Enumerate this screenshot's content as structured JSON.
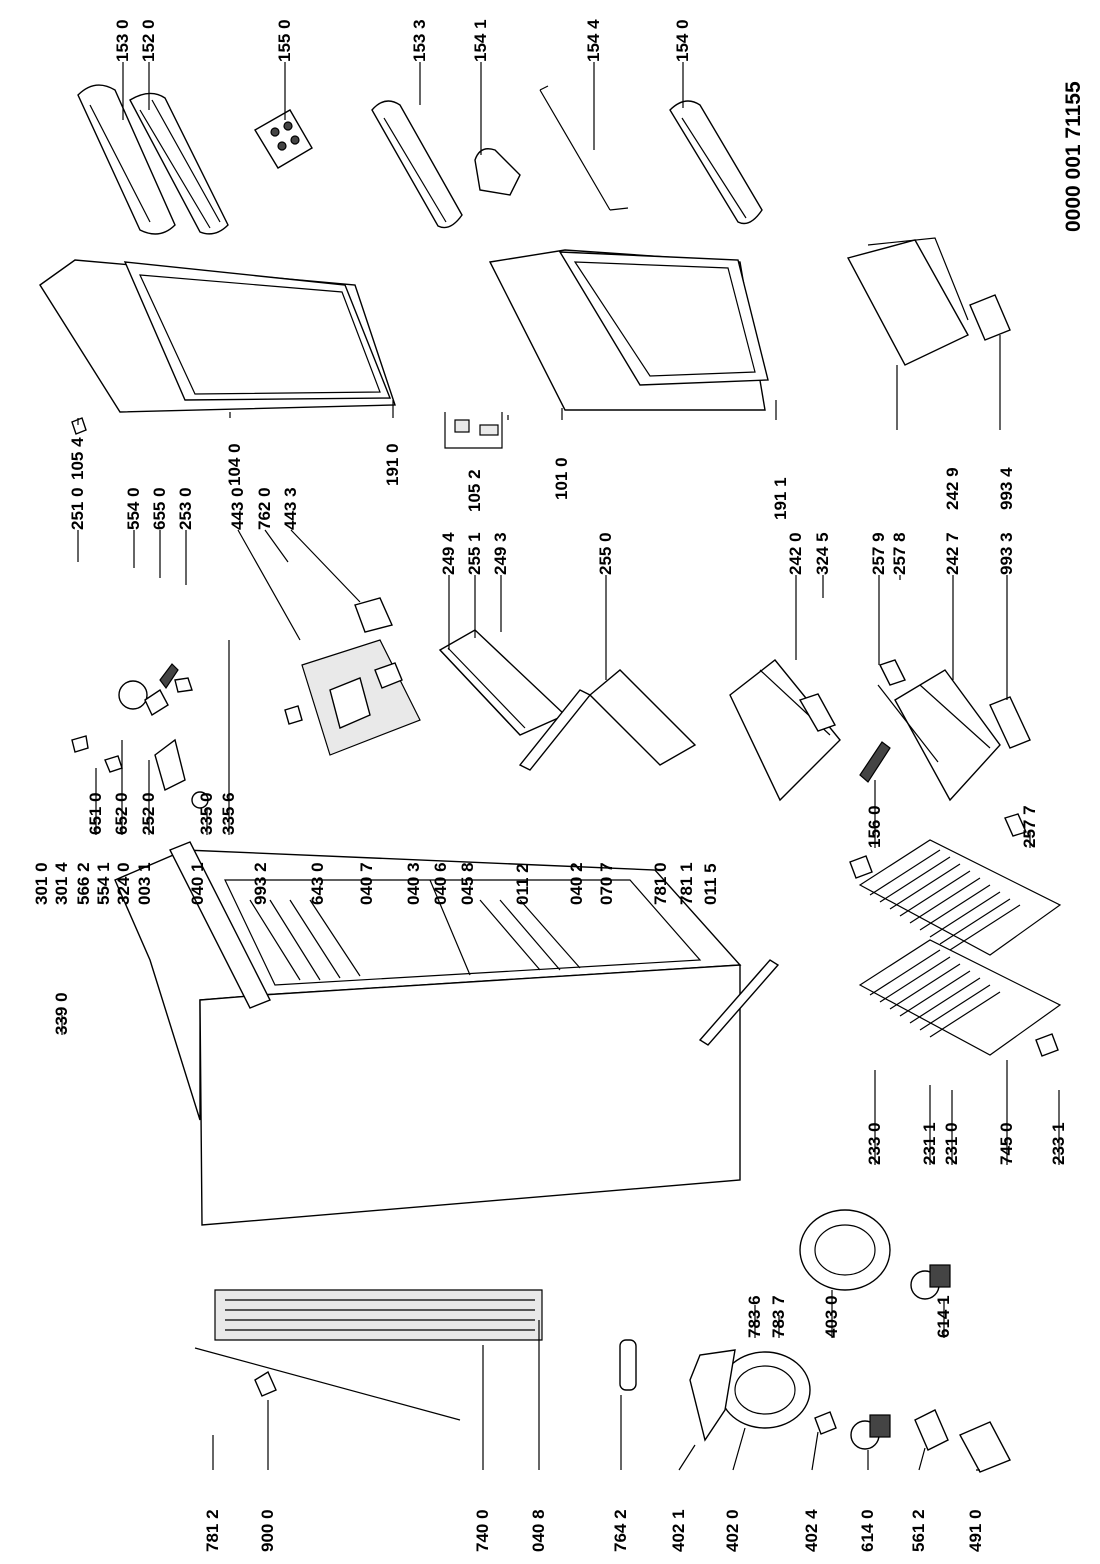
{
  "document": {
    "code": "0000 001 71155"
  },
  "labels": {
    "p1530": "153 0",
    "p1520": "152 0",
    "p1550": "155 0",
    "p1533": "153 3",
    "p1541": "154 1",
    "p1544": "154 4",
    "p1540": "154 0",
    "p2510": "251 0",
    "p1054": "105 4",
    "p5540": "554 0",
    "p6550": "655 0",
    "p2530": "253 0",
    "p4430": "443 0",
    "p7620": "762 0",
    "p4433": "443 3",
    "p1040": "104 0",
    "p1910": "191 0",
    "p2494": "249 4",
    "p2551": "255 1",
    "p2493": "249 3",
    "p1052": "105 2",
    "p2550": "255 0",
    "p1010": "101 0",
    "p2420": "242 0",
    "p3245": "324 5",
    "p1911": "191 1",
    "p2579": "257 9",
    "p2578": "257 8",
    "p2427": "242 7",
    "p2429": "242 9",
    "p9933": "993 3",
    "p9934": "993 4",
    "p6510": "651 0",
    "p6520": "652 0",
    "p2520": "252 0",
    "p3350": "335 0",
    "p3356": "335 6",
    "p1560": "156 0",
    "p2577": "257 7",
    "p3010": "301 0",
    "p3014": "301 4",
    "p5662": "566 2",
    "p5541": "554 1",
    "p3240": "324 0",
    "p0031": "003 1",
    "p0401": "040 1",
    "p9932": "993 2",
    "p6430": "643 0",
    "p0407": "040 7",
    "p0403": "040 3",
    "p0406": "040 6",
    "p0458": "045 8",
    "p0112": "011 2",
    "p0402": "040 2",
    "p0707": "070 7",
    "p7810": "781 0",
    "p7811": "781 1",
    "p0115": "011 5",
    "p3390": "339 0",
    "p2330": "233 0",
    "p2311": "231 1",
    "p2310": "231 0",
    "p7450": "745 0",
    "p2331": "233 1",
    "p7836": "783 6",
    "p7837": "783 7",
    "p4030": "403 0",
    "p6141": "614 1",
    "p7812": "781 2",
    "p9000": "900 0",
    "p7400": "740 0",
    "p0408": "040 8",
    "p7642": "764 2",
    "p4021": "402 1",
    "p4020": "402 0",
    "p4024": "402 4",
    "p6140": "614 0",
    "p5612": "561 2",
    "p4910": "491 0"
  }
}
